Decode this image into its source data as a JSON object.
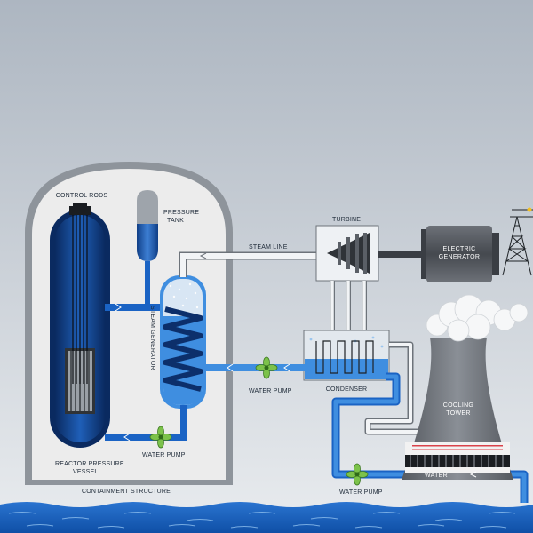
{
  "labels": {
    "control_rods": "CONTROL RODS",
    "pressure_tank_line1": "PRESSURE",
    "pressure_tank_line2": "TANK",
    "steam_line": "STEAM LINE",
    "turbine": "TURBINE",
    "electric_generator_line1": "ELECTRIC",
    "electric_generator_line2": "GENERATOR",
    "steam_generator": "STEAM GENERATOR",
    "reactor_vessel_line1": "REACTOR  PRESSURE",
    "reactor_vessel_line2": "VESSEL",
    "water_pump_reactor": "WATER PUMP",
    "water_pump_condenser": "WATER PUMP",
    "water_pump_cooling": "WATER PUMP",
    "condenser": "CONDENSER",
    "cooling_tower_line1": "COOLING",
    "cooling_tower_line2": "TOWER",
    "water": "WATER",
    "containment_structure": "CONTAINMENT STRUCTURE"
  },
  "colors": {
    "sky_top": "#aeb7c2",
    "sky_bottom": "#e6e9ec",
    "containment": "#ececec",
    "containment_border": "#8e949b",
    "primary_water": "#1a63c4",
    "pipe_light": "#3f8ee0",
    "vessel_dark": "#0c2f6b",
    "steam_pipe": "#f2f4f6",
    "generator": "#55595f",
    "cooling_tower": "#6a6f76",
    "pump": "#7cc24a",
    "river": "#1b63c0"
  }
}
